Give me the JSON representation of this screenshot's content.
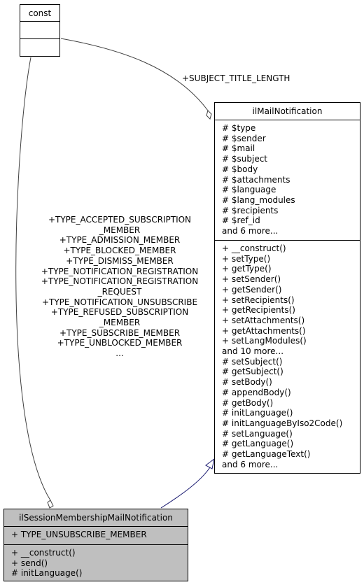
{
  "classes": {
    "const": {
      "name": "const"
    },
    "mail_notification": {
      "name": "ilMailNotification",
      "attributes": [
        "# $type",
        "# $sender",
        "# $mail",
        "# $subject",
        "# $body",
        "# $attachments",
        "# $language",
        "# $lang_modules",
        "# $recipients",
        "# $ref_id",
        "and 6 more..."
      ],
      "operations": [
        "+ __construct()",
        "+ setType()",
        "+ getType()",
        "+ setSender()",
        "+ getSender()",
        "+ setRecipients()",
        "+ getRecipients()",
        "+ setAttachments()",
        "+ getAttachments()",
        "+ setLangModules()",
        "and 10 more...",
        "# setSubject()",
        "# getSubject()",
        "# setBody()",
        "# appendBody()",
        "# getBody()",
        "# initLanguage()",
        "# initLanguageByIso2Code()",
        "# setLanguage()",
        "# getLanguage()",
        "# getLanguageText()",
        "and 6 more..."
      ]
    },
    "session_membership": {
      "name": "ilSessionMembershipMailNotification",
      "attributes": [
        "+ TYPE_UNSUBSCRIBE_MEMBER"
      ],
      "operations": [
        "+ __construct()",
        "+ send()",
        "# initLanguage()"
      ]
    }
  },
  "edges": {
    "subject_title_label": "+SUBJECT_TITLE_LENGTH",
    "type_constants_label": [
      "+TYPE_ACCEPTED_SUBSCRIPTION",
      "_MEMBER",
      "+TYPE_ADMISSION_MEMBER",
      "+TYPE_BLOCKED_MEMBER",
      "+TYPE_DISMISS_MEMBER",
      "+TYPE_NOTIFICATION_REGISTRATION",
      "+TYPE_NOTIFICATION_REGISTRATION",
      "_REQUEST",
      "+TYPE_NOTIFICATION_UNSUBSCRIBE",
      "+TYPE_REFUSED_SUBSCRIPTION",
      "_MEMBER",
      "+TYPE_SUBSCRIBE_MEMBER",
      "+TYPE_UNBLOCKED_MEMBER",
      "..."
    ]
  },
  "colors": {
    "inheritance_edge": "#191970",
    "association_edge": "#404040",
    "highlight_fill": "#bfbfbf"
  }
}
